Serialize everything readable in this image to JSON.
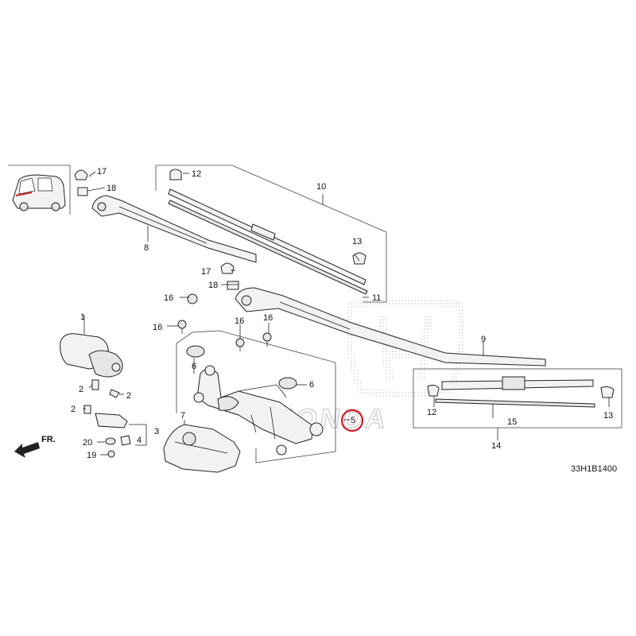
{
  "diagram_code": "33H1B1400",
  "direction_label": "FR.",
  "brand_watermark": "HONDA",
  "highlighted_callout": "5",
  "callouts": {
    "c1": "1",
    "c2a": "2",
    "c2b": "2",
    "c2c": "2",
    "c3": "3",
    "c4": "4",
    "c5": "5",
    "c6a": "6",
    "c6b": "6",
    "c7": "7",
    "c8": "8",
    "c9": "9",
    "c10": "10",
    "c11": "11",
    "c12a": "12",
    "c12b": "12",
    "c13a": "13",
    "c13b": "13",
    "c14": "14",
    "c15": "15",
    "c16a": "16",
    "c16b": "16",
    "c16c": "16",
    "c16d": "16",
    "c17a": "17",
    "c17b": "17",
    "c18a": "18",
    "c18b": "18",
    "c19": "19",
    "c20": "20"
  },
  "colors": {
    "highlight": "#d0202a",
    "line": "#222222",
    "watermark": "#c8c8c8"
  }
}
